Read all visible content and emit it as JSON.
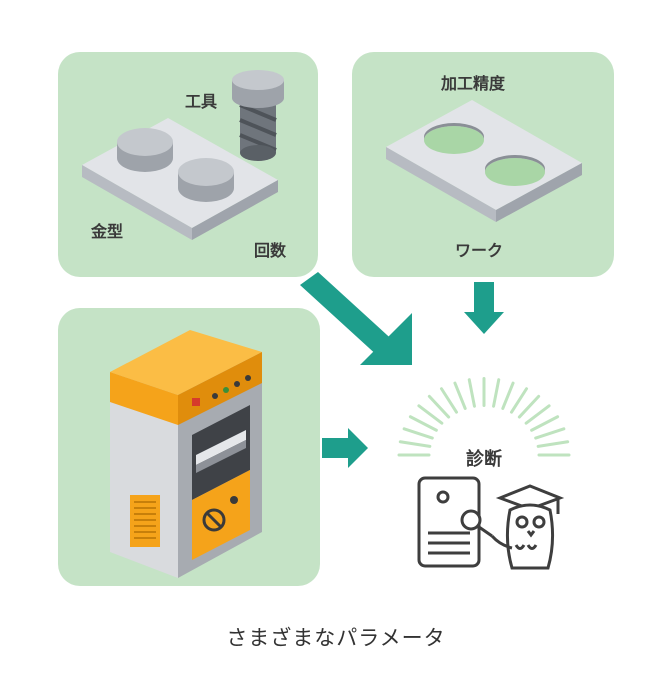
{
  "panels": {
    "tooling": {
      "tool_label": "工具",
      "die_label": "金型",
      "count_label": "回数"
    },
    "workpiece": {
      "precision_label": "加工精度",
      "work_label": "ワーク"
    },
    "machine": {}
  },
  "diagnosis": {
    "label": "診断"
  },
  "caption": "さまざまなパラメータ",
  "colors": {
    "panel": "#c5e3c6",
    "arrow": "#1e9e8c",
    "machine_orange": "#f5a31a",
    "gray_plate": "#c9ccd1"
  },
  "icons": [
    "tool-icon",
    "die-plate-icon",
    "workpiece-plate-icon",
    "press-machine-icon",
    "document-icon",
    "owl-graduate-icon",
    "magnifier-icon",
    "radiating-lines-icon"
  ]
}
